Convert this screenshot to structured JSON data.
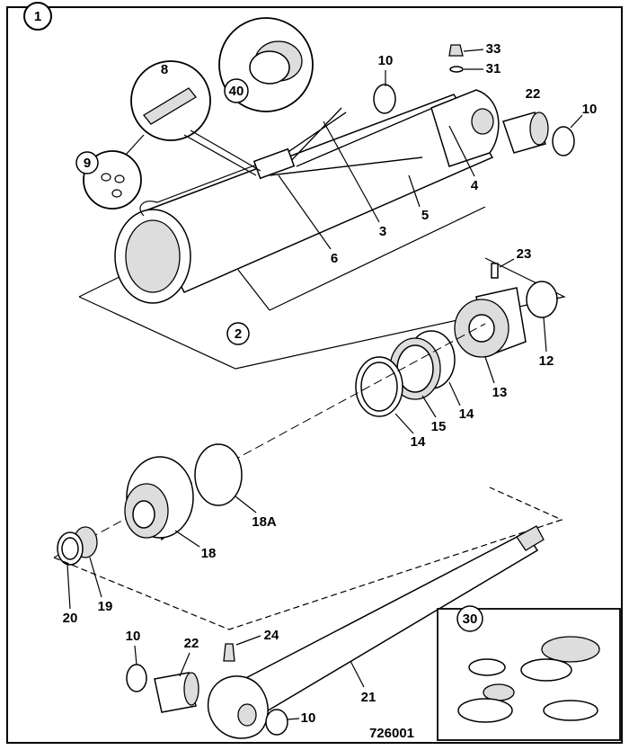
{
  "diagram": {
    "main_callout": "1",
    "callouts": {
      "insert_cap": "40",
      "valve": "8",
      "o_rings": "9",
      "bushing_top_ring": "10",
      "grease_nipple_top": "33",
      "washer_top": "31",
      "bushing_top": "22",
      "bushing_top_ring_right": "10",
      "pipe_4": "4",
      "pipe_3": "3",
      "pipe_5": "5",
      "block_6": "6",
      "cylinder": "2",
      "pin_23": "23",
      "ring_12": "12",
      "piston_13": "13",
      "seal_14a": "14",
      "seal_15": "15",
      "seal_14b": "14",
      "o_ring_18a": "18A",
      "gland_18": "18",
      "wiper_20": "20",
      "seal_19": "19",
      "bottom_ring_left": "10",
      "bushing_bottom": "22",
      "grease_nipple_bottom": "24",
      "rod_21": "21",
      "bottom_ring_right": "10",
      "seal_kit": "30"
    },
    "drawing_number": "726001"
  }
}
